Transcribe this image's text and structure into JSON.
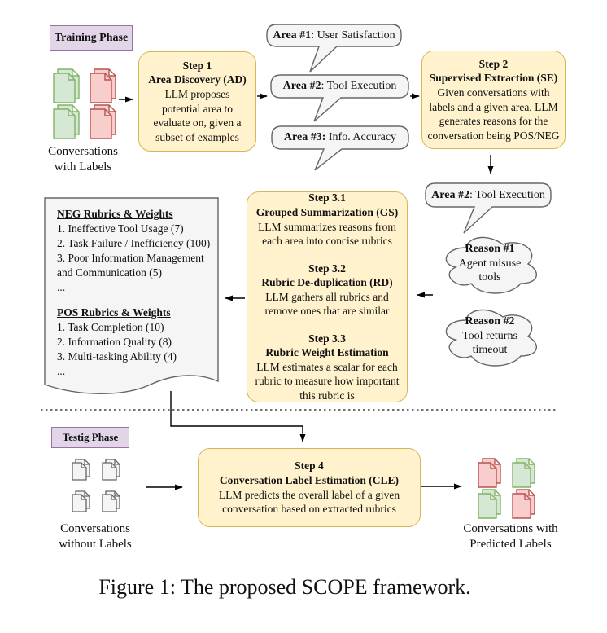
{
  "figure": {
    "caption": "Figure 1: The proposed SCOPE framework."
  },
  "phases": {
    "training": "Training Phase",
    "testing": "Testig Phase"
  },
  "clusters": {
    "training_label": "Conversations\nwith Labels",
    "testing_label": "Conversations\nwithout Labels",
    "predicted_label": "Conversations with\nPredicted Labels"
  },
  "step1": {
    "title": "Step 1\nArea Discovery (AD)",
    "body": "LLM proposes\npotential area to\nevaluate on, given a\nsubset of examples"
  },
  "step2": {
    "title": "Step 2\nSupervised Extraction (SE)",
    "body": "Given conversations with\nlabels and a given area, LLM\ngenerates reasons for the\nconversation being POS/NEG"
  },
  "step3": {
    "sections": [
      {
        "title": "Step 3.1\nGrouped Summarization (GS)",
        "body": "LLM summarizes reasons from\neach area into concise rubrics"
      },
      {
        "title": "Step 3.2\nRubric De-duplication (RD)",
        "body": "LLM gathers all rubrics and\nremove ones that are similar"
      },
      {
        "title": "Step 3.3\nRubric Weight Estimation",
        "body": "LLM estimates a scalar for each\nrubric to measure how important\nthis rubric is"
      }
    ]
  },
  "step4": {
    "title": "Step 4\nConversation Label Estimation (CLE)",
    "body": "LLM predicts the overall label of a given\nconversation based on extracted rubrics"
  },
  "areas": [
    {
      "prefix": "Area #1",
      "rest": ": User Satisfaction"
    },
    {
      "prefix": "Area #2",
      "rest": ": Tool Execution"
    },
    {
      "prefix": "Area #3:",
      "rest": " Info. Accuracy"
    }
  ],
  "area_selected": {
    "prefix": "Area #2",
    "rest": ": Tool Execution"
  },
  "reasons": [
    {
      "title": "Reason #1",
      "body": "Agent misuse\ntools"
    },
    {
      "title": "Reason #2",
      "body": "Tool returns\ntimeout"
    }
  ],
  "rubrics": {
    "neg_title": "NEG Rubrics & Weights",
    "neg_items": "1. Ineffective Tool Usage (7)\n2. Task Failure / Inefficiency (100)\n3. Poor Information Management\nand Communication (5)\n...",
    "pos_title": "POS Rubrics & Weights",
    "pos_items": "1. Task Completion (10)\n2. Information Quality (8)\n3. Multi-tasking Ability (4)\n..."
  },
  "colors": {
    "step_fill": "#FFF2CC",
    "step_stroke": "#D6B656",
    "phase_fill": "#E1D5E7",
    "phase_stroke": "#9673A6",
    "gray_fill": "#F5F5F5",
    "gray_stroke": "#666666",
    "doc_green_fill": "#D5E8D4",
    "doc_green_stroke": "#82B366",
    "doc_red_fill": "#F8CECC",
    "doc_red_stroke": "#B85450",
    "line": "#000000"
  }
}
